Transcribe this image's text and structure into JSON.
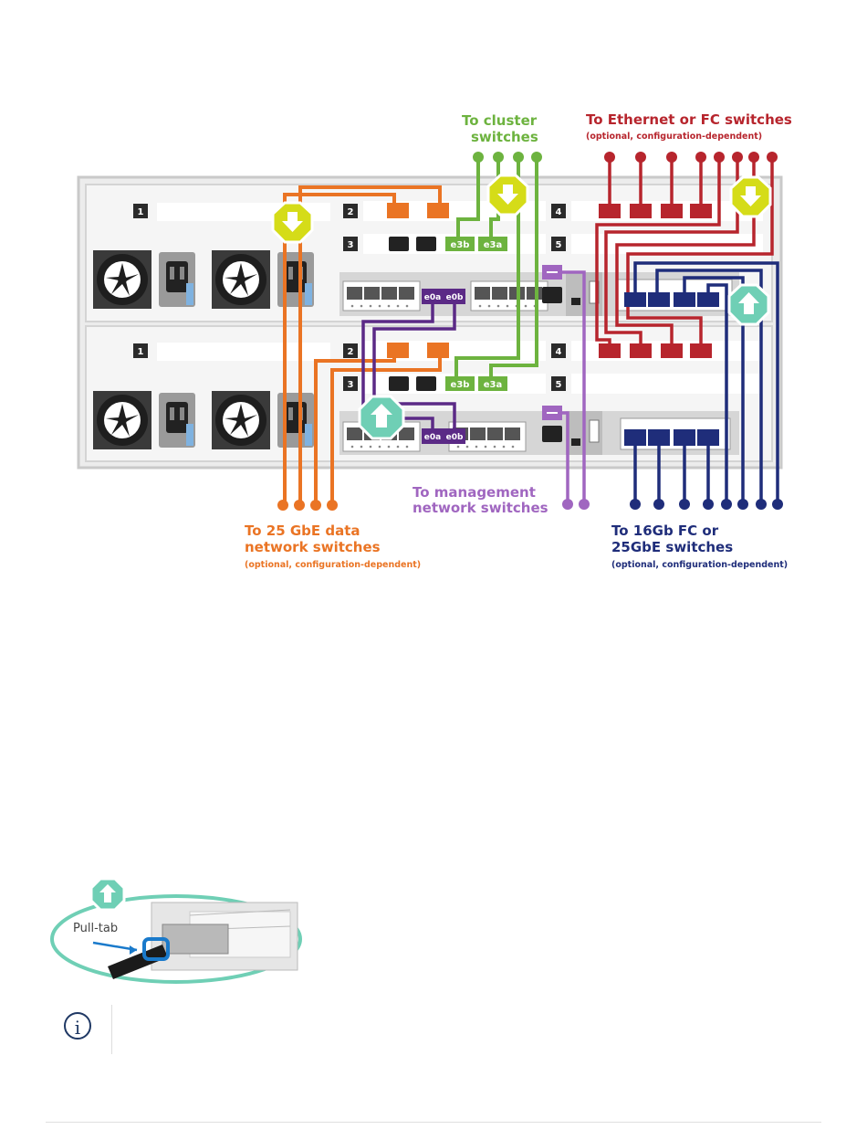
{
  "labels": {
    "cluster": [
      "To cluster",
      "switches"
    ],
    "ethernet_fc": [
      "To Ethernet or FC switches",
      "(optional, configuration-dependent)"
    ],
    "management": [
      "To management",
      "network switches"
    ],
    "gbe_data": [
      "To 25 GbE data",
      "network switches",
      "(optional, configuration-dependent)"
    ],
    "fc16": [
      "To 16Gb FC or",
      "25GbE switches",
      "(optional, configuration-dependent)"
    ]
  },
  "slots": [
    "1",
    "2",
    "3",
    "4",
    "5"
  ],
  "ports": {
    "e3b": "e3b",
    "e3a": "e3a",
    "e0a": "e0a",
    "e0b": "e0b"
  },
  "pulltab": {
    "label": "Pull-tab"
  },
  "note": {
    "text": ""
  },
  "colors": {
    "orange": "#ea7424",
    "green": "#6db33f",
    "red": "#b7252d",
    "navy": "#1f2d7a",
    "purple": "#5b2a86",
    "lilac": "#a066c0",
    "yellow": "#d5dc18",
    "teal": "#6fcfb5"
  },
  "icons": [
    "cable-down-arrow-icon",
    "cable-up-arrow-icon",
    "wrench-icon",
    "info-icon",
    "fan-icon",
    "power-socket-icon"
  ]
}
